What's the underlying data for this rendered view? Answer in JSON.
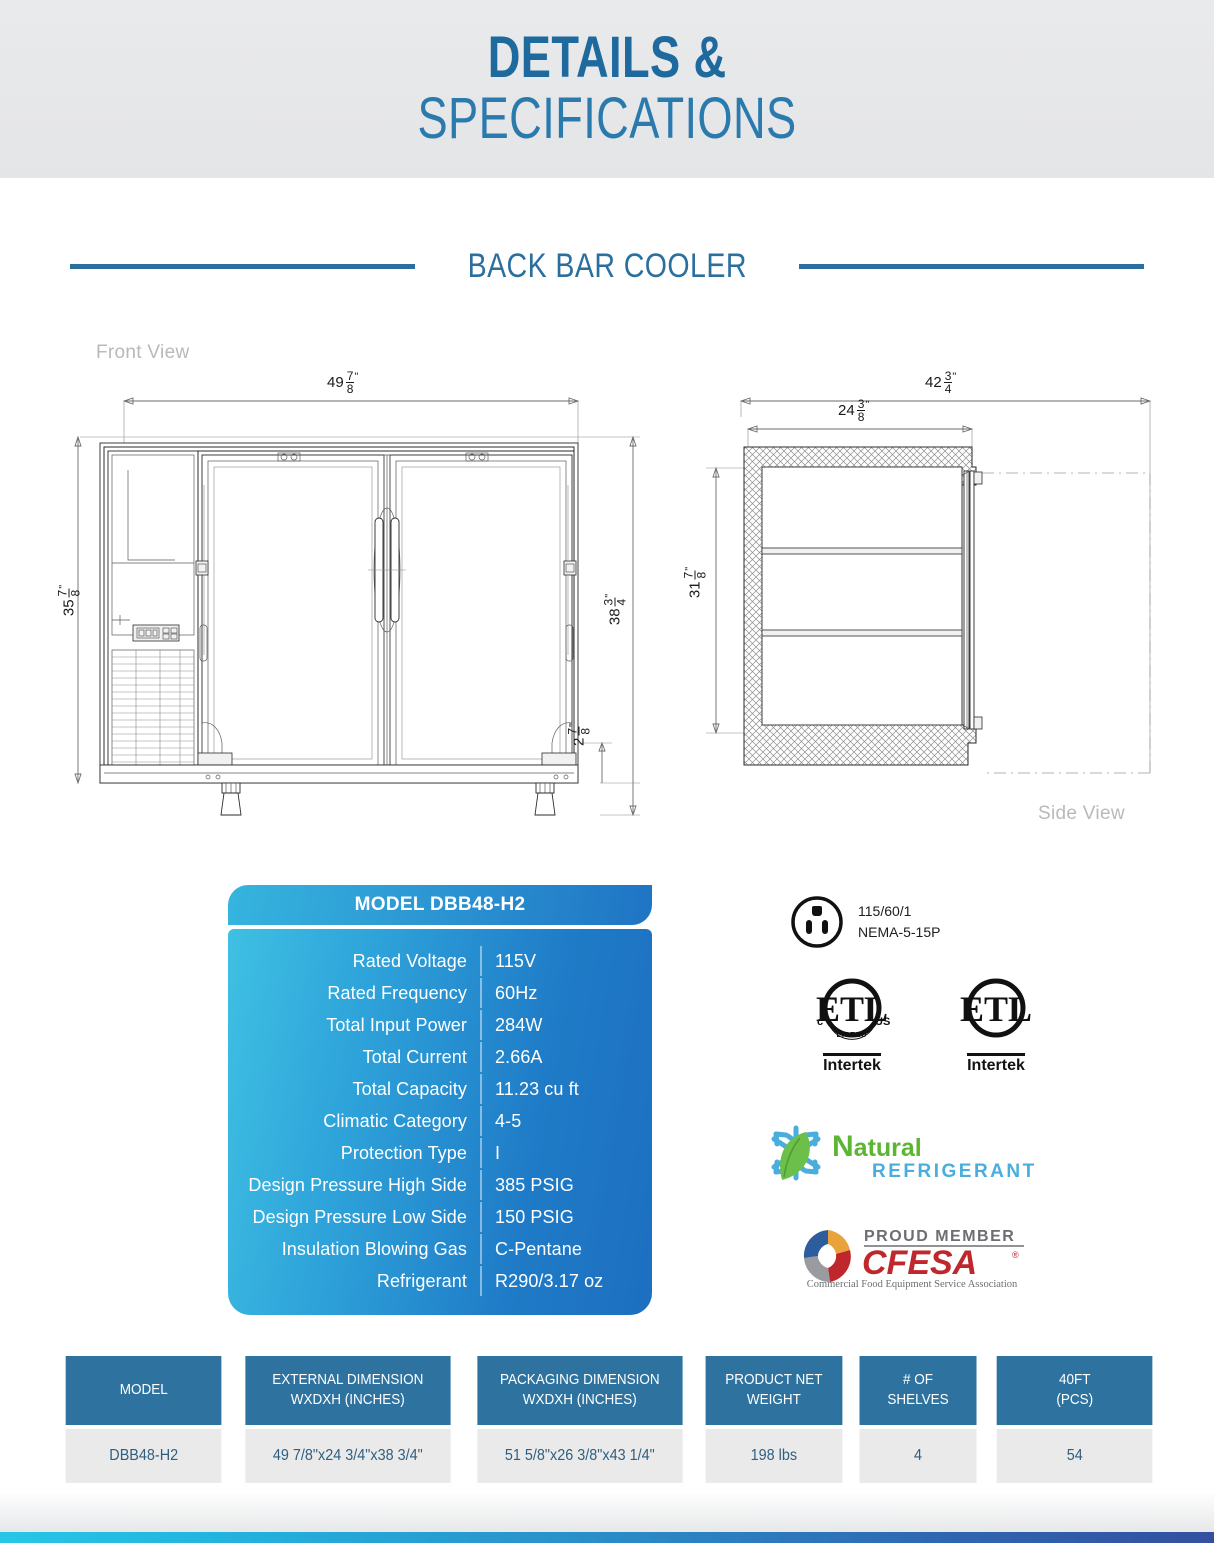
{
  "header": {
    "line1": "DETAILS &",
    "line2": "SPECIFICATIONS",
    "color": "#1e6a9e"
  },
  "section": {
    "title": "BACK BAR COOLER",
    "rule_color": "#2a6f9e"
  },
  "drawings": {
    "front_view_label": "Front View",
    "side_view_label": "Side View",
    "front": {
      "width": {
        "whole": "49",
        "num": "7",
        "den": "8",
        "unit": "\""
      },
      "height_left": {
        "whole": "35",
        "num": "7",
        "den": "8",
        "unit": "\""
      },
      "height_right": {
        "whole": "38",
        "num": "3",
        "den": "4",
        "unit": "\""
      },
      "caster": {
        "whole": "2",
        "num": "7",
        "den": "8",
        "unit": "\""
      }
    },
    "side": {
      "overall_depth": {
        "whole": "42",
        "num": "3",
        "den": "4",
        "unit": "\""
      },
      "cabinet_depth": {
        "whole": "24",
        "num": "3",
        "den": "8",
        "unit": "\""
      },
      "interior_height": {
        "whole": "31",
        "num": "7",
        "den": "8",
        "unit": "\""
      }
    }
  },
  "spec_panel": {
    "title": "MODEL DBB48-H2",
    "rows": [
      {
        "key": "Rated  Voltage",
        "value": "115V"
      },
      {
        "key": "Rated  Frequency",
        "value": "60Hz"
      },
      {
        "key": "Total Input Power",
        "value": "284W"
      },
      {
        "key": "Total Current",
        "value": "2.66A"
      },
      {
        "key": "Total Capacity",
        "value": "11.23 cu ft"
      },
      {
        "key": "Climatic Category",
        "value": "4-5"
      },
      {
        "key": "Protection Type",
        "value": "I"
      },
      {
        "key": "Design Pressure High Side",
        "value": "385 PSIG"
      },
      {
        "key": "Design Pressure Low Side",
        "value": "150 PSIG"
      },
      {
        "key": "Insulation Blowing Gas",
        "value": "C-Pentane"
      },
      {
        "key": "Refrigerant",
        "value": "R290/3.17 oz"
      }
    ]
  },
  "certifications": {
    "plug": {
      "icon": "nema-outlet-icon",
      "line1": "115/60/1",
      "line2": "NEMA-5-15P"
    },
    "etl_marks": [
      {
        "icon": "etl-listed-icon",
        "left_mark": "c",
        "right_mark": "US",
        "arc_text": "LISTED",
        "label": "Intertek"
      },
      {
        "icon": "etl-icon",
        "left_mark": "",
        "right_mark": "",
        "arc_text": "",
        "label": "Intertek"
      }
    ],
    "natural_refrigerant": {
      "icon": "snowflake-leaf-icon",
      "line1": "Natural",
      "line2": "REFRIGERANT",
      "color_green": "#5cb533",
      "color_blue": "#49aede"
    },
    "cfesa": {
      "icon": "cfesa-swirl-icon",
      "member_text": "PROUD MEMBER",
      "name": "CFESA",
      "registered": "®",
      "tagline": "Commercial Food Equipment Service Association",
      "color": "#c0272d"
    }
  },
  "bottom_table": {
    "headers": [
      "MODEL",
      "EXTERNAL DIMENSION\nWXDXH (INCHES)",
      "PACKAGING DIMENSION\nWXDXH (INCHES)",
      "PRODUCT NET\nWEIGHT",
      "# OF\nSHELVES",
      "40FT\n(PCS)"
    ],
    "header_lines": [
      [
        "MODEL",
        ""
      ],
      [
        "EXTERNAL DIMENSION",
        "WXDXH (INCHES)"
      ],
      [
        "PACKAGING DIMENSION",
        "WXDXH (INCHES)"
      ],
      [
        "PRODUCT NET",
        "WEIGHT"
      ],
      [
        "# OF",
        "SHELVES"
      ],
      [
        "40FT",
        "(PCS)"
      ]
    ],
    "rows": [
      [
        "DBB48-H2",
        "49 7/8\"x24 3/4\"x38 3/4\"",
        "51 5/8\"x26 3/8\"x43 1/4\"",
        "198 lbs",
        "4",
        "54"
      ]
    ],
    "header_bg": "#2e73a0",
    "row_bg": "#eaeaea",
    "row_text_color": "#2e5f80"
  }
}
